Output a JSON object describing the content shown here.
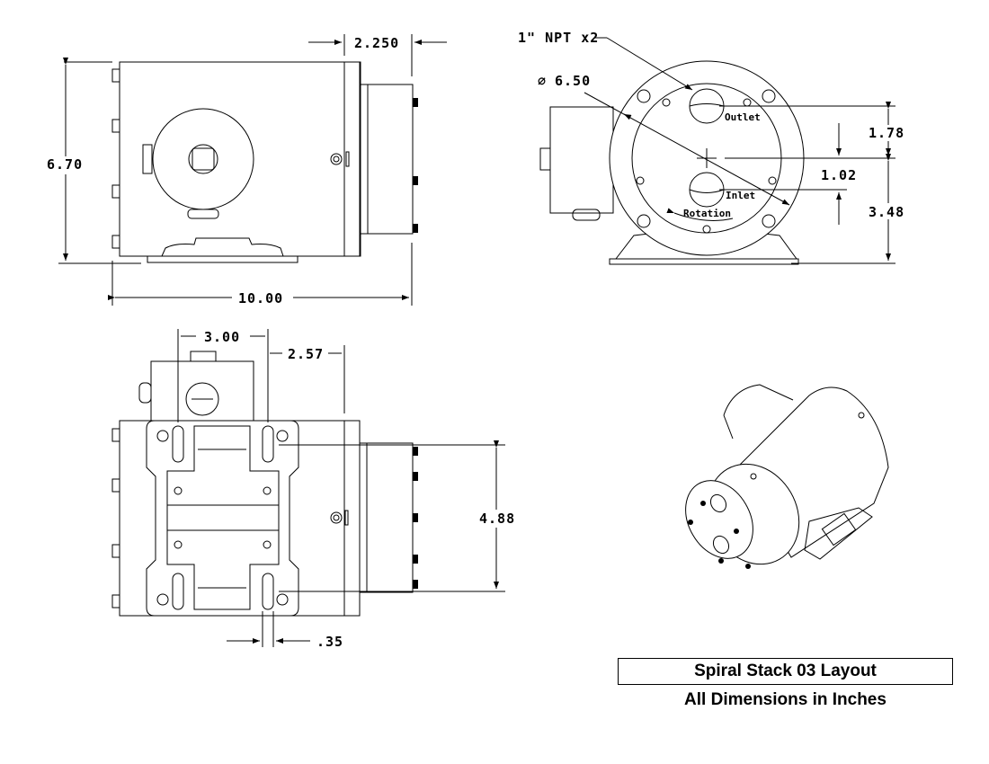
{
  "title": "Spiral Stack 03 Layout",
  "subtitle": "All Dimensions in Inches",
  "side_view": {
    "dim_width": "10.00",
    "dim_height": "6.70",
    "dim_head": "2.250"
  },
  "front_view": {
    "port_callout": "1\" NPT x2",
    "dim_diameter_symbol": "∅",
    "dim_diameter": "6.50",
    "dim_outlet_offset": "1.78",
    "dim_inlet_offset": "1.02",
    "dim_center_height": "3.48",
    "label_outlet": "Outlet",
    "label_inlet": "Inlet",
    "label_rotation": "Rotation"
  },
  "bottom_view": {
    "dim_slot_spacing": "3.00",
    "dim_slot_to_face": "2.57",
    "dim_slot_depth_spacing": "4.88",
    "dim_slot_width": ".35"
  }
}
